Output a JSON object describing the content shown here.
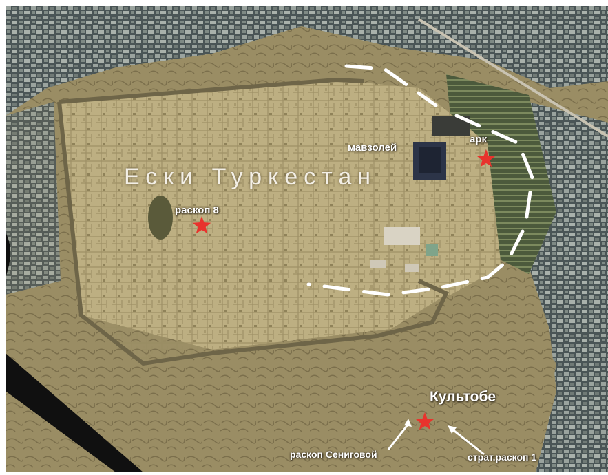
{
  "labels": {
    "city": "Ески Туркестан",
    "mausoleum": "мавзолей",
    "ark": "арк",
    "excavation8": "раскоп 8",
    "kultobe": "Культобе",
    "senigova": "раскоп Сениговой",
    "strat": "страт.раскоп 1"
  },
  "icons": {
    "excavation_marker": "star-icon",
    "pointer": "arrow-icon"
  },
  "colors": {
    "marker": "#e8332d",
    "outline": "#ffffff",
    "terrain": "#b4a577",
    "city_blocks": "#3c4a4c"
  }
}
